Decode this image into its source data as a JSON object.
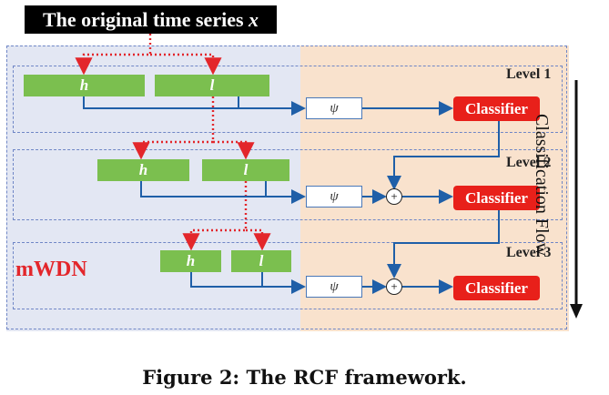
{
  "header": {
    "title_prefix": "The original time series ",
    "title_var": "x"
  },
  "levels": [
    {
      "label": "Level 1",
      "h": "h",
      "l": "l",
      "psi": "ψ",
      "classifier": "Classifier"
    },
    {
      "label": "Level 2",
      "h": "h",
      "l": "l",
      "psi": "ψ",
      "plus": "+",
      "classifier": "Classifier"
    },
    {
      "label": "Level 3",
      "h": "h",
      "l": "l",
      "psi": "ψ",
      "plus": "+",
      "classifier": "Classifier"
    }
  ],
  "mwdn_label": "mWDN",
  "flow_label": "Classification Flow",
  "caption": "Figure 2: The RCF framework.",
  "colors": {
    "green": "#7bbf4f",
    "red": "#e8201a",
    "blue_line": "#1f5fa8",
    "panel_left": "#e3e7f3",
    "panel_right": "#f9e2cd"
  }
}
